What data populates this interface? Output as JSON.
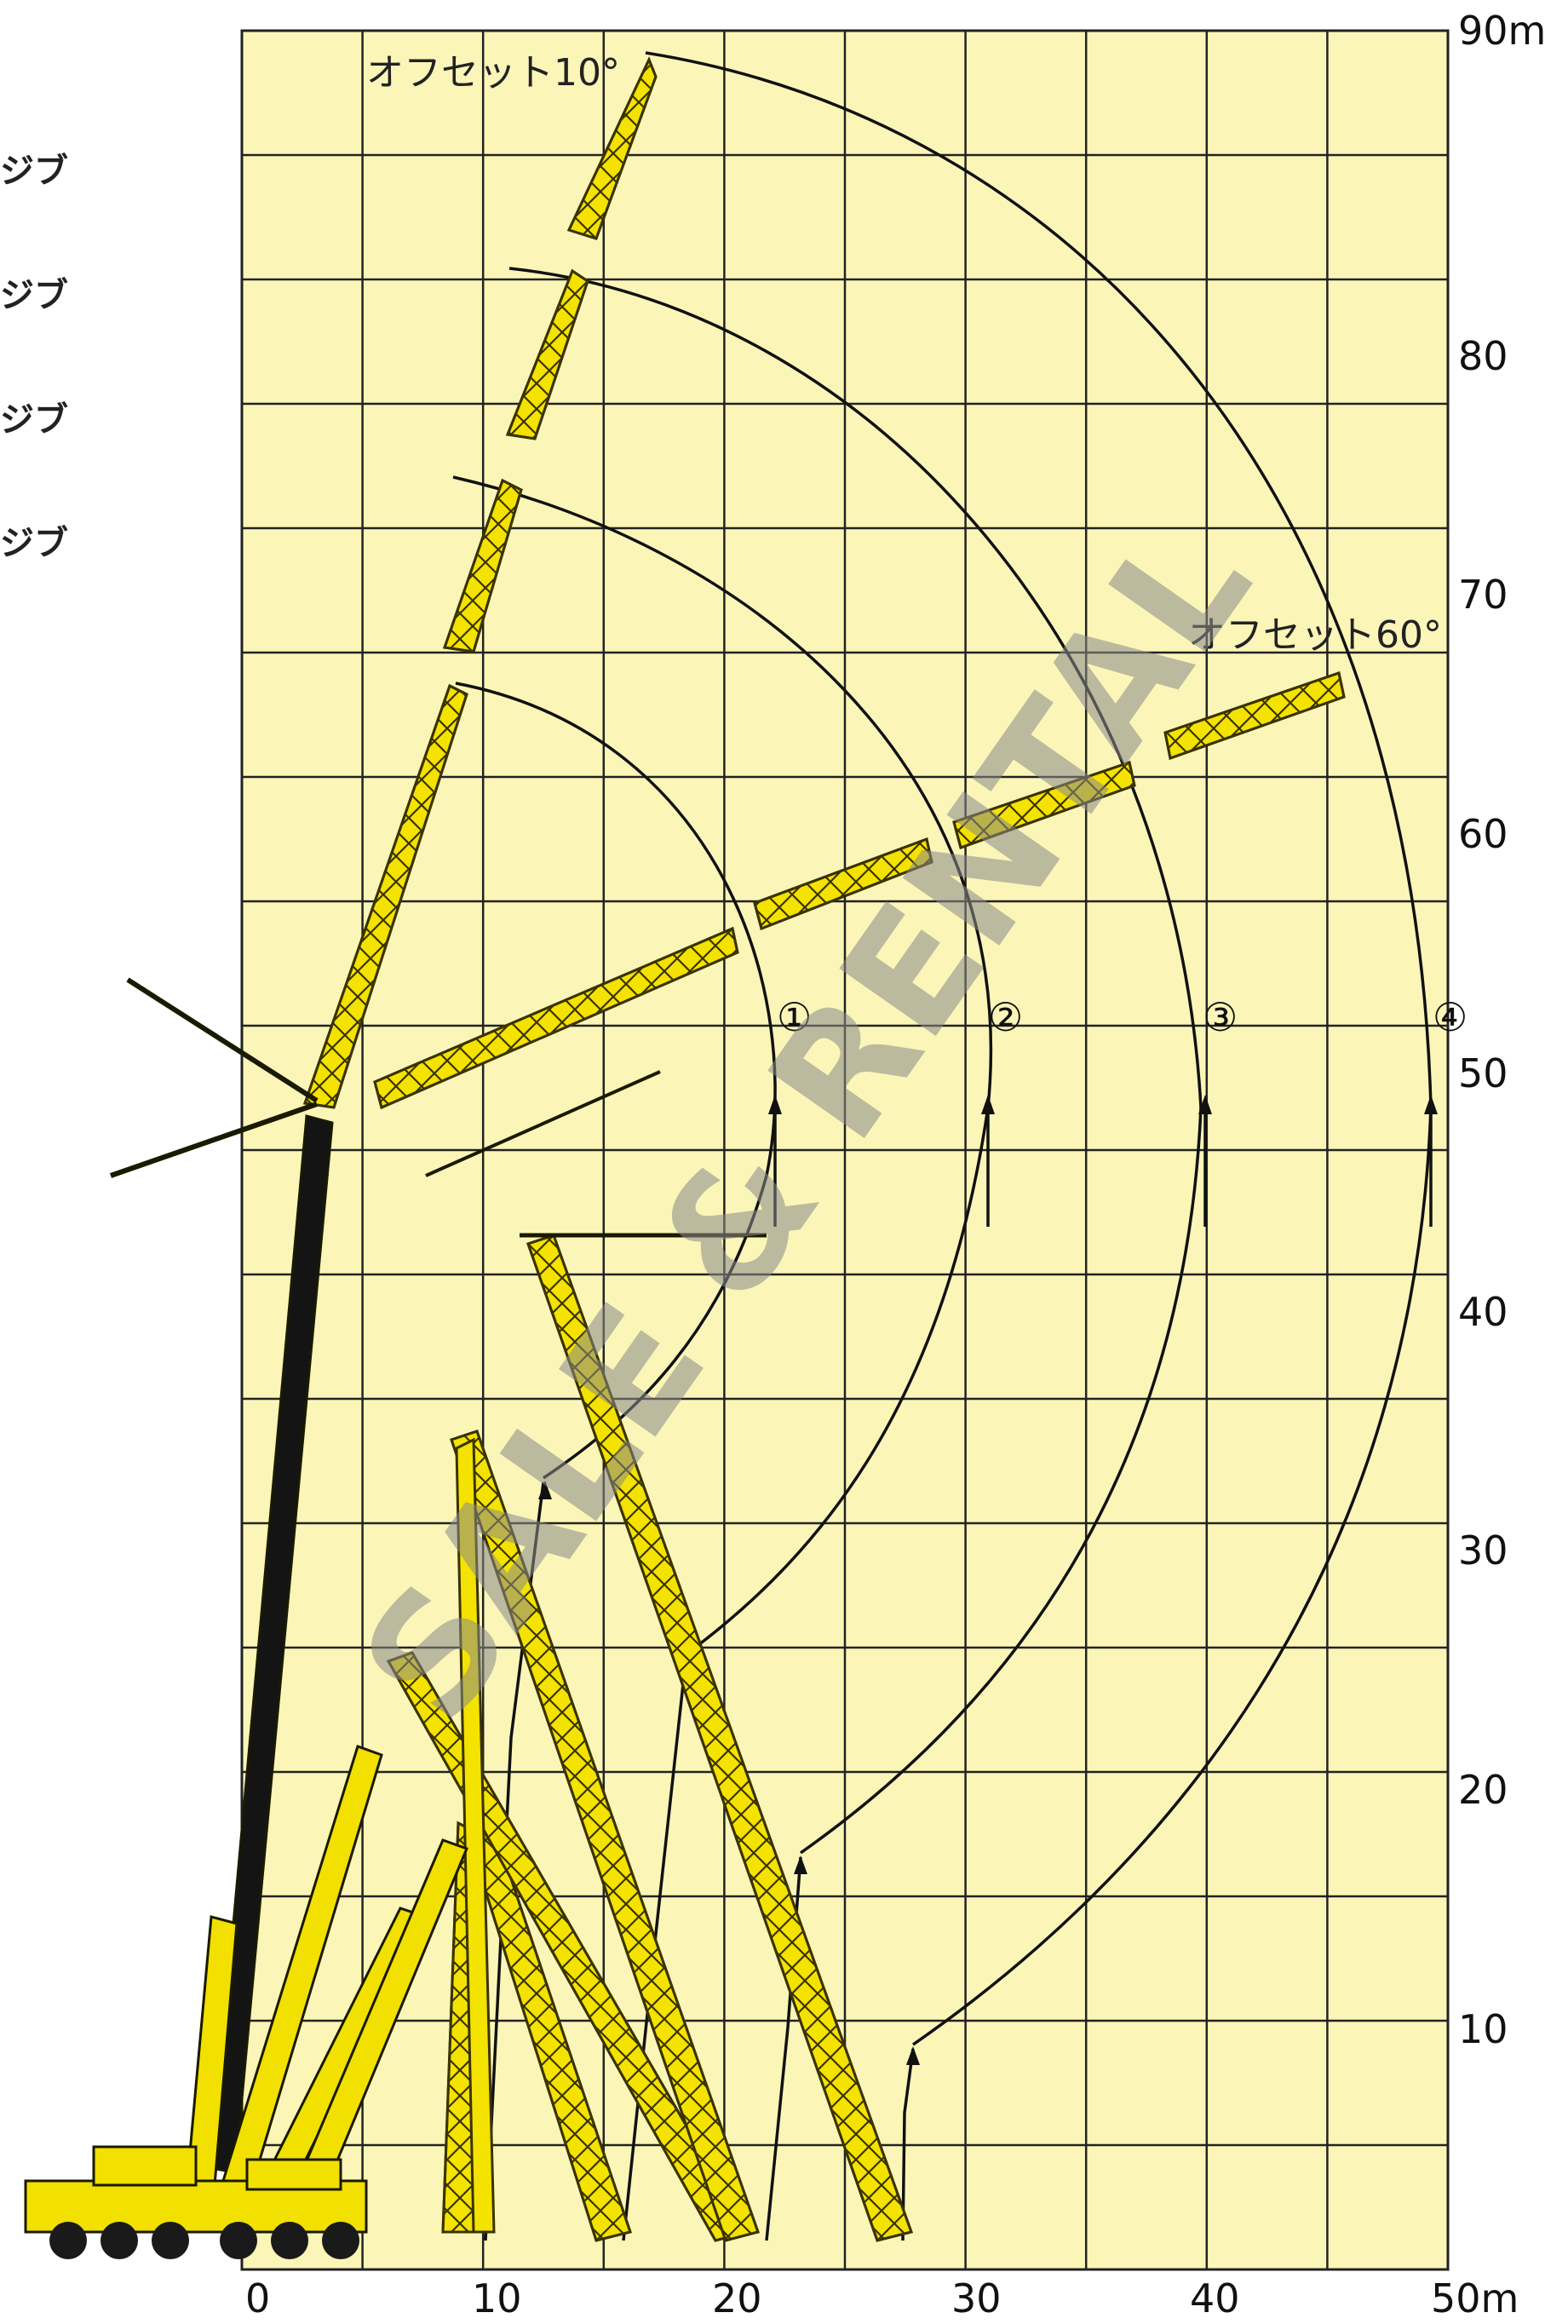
{
  "side_labels": [
    "ジブ",
    "ジブ",
    "ジブ",
    "ジブ"
  ],
  "y_axis_ticks": [
    "10",
    "20",
    "30",
    "40",
    "50",
    "60",
    "70",
    "80",
    "90m"
  ],
  "x_axis_ticks": [
    "0",
    "10",
    "20",
    "30",
    "40",
    "50m"
  ],
  "annotations": {
    "offset_top": "オフセット10°",
    "offset_right": "オフセット60°"
  },
  "configurations": [
    "①",
    "②",
    "③",
    "④"
  ],
  "watermark": {
    "line1": "SALE & RENTAL"
  },
  "colors": {
    "background": "#fbf6b8",
    "grid": "#222222",
    "boom": "#f4e200",
    "boom_stroke": "#3a3300",
    "crane_body": "#f2e000",
    "telescopic": "#141414",
    "watermark": "#8a8a8a"
  }
}
